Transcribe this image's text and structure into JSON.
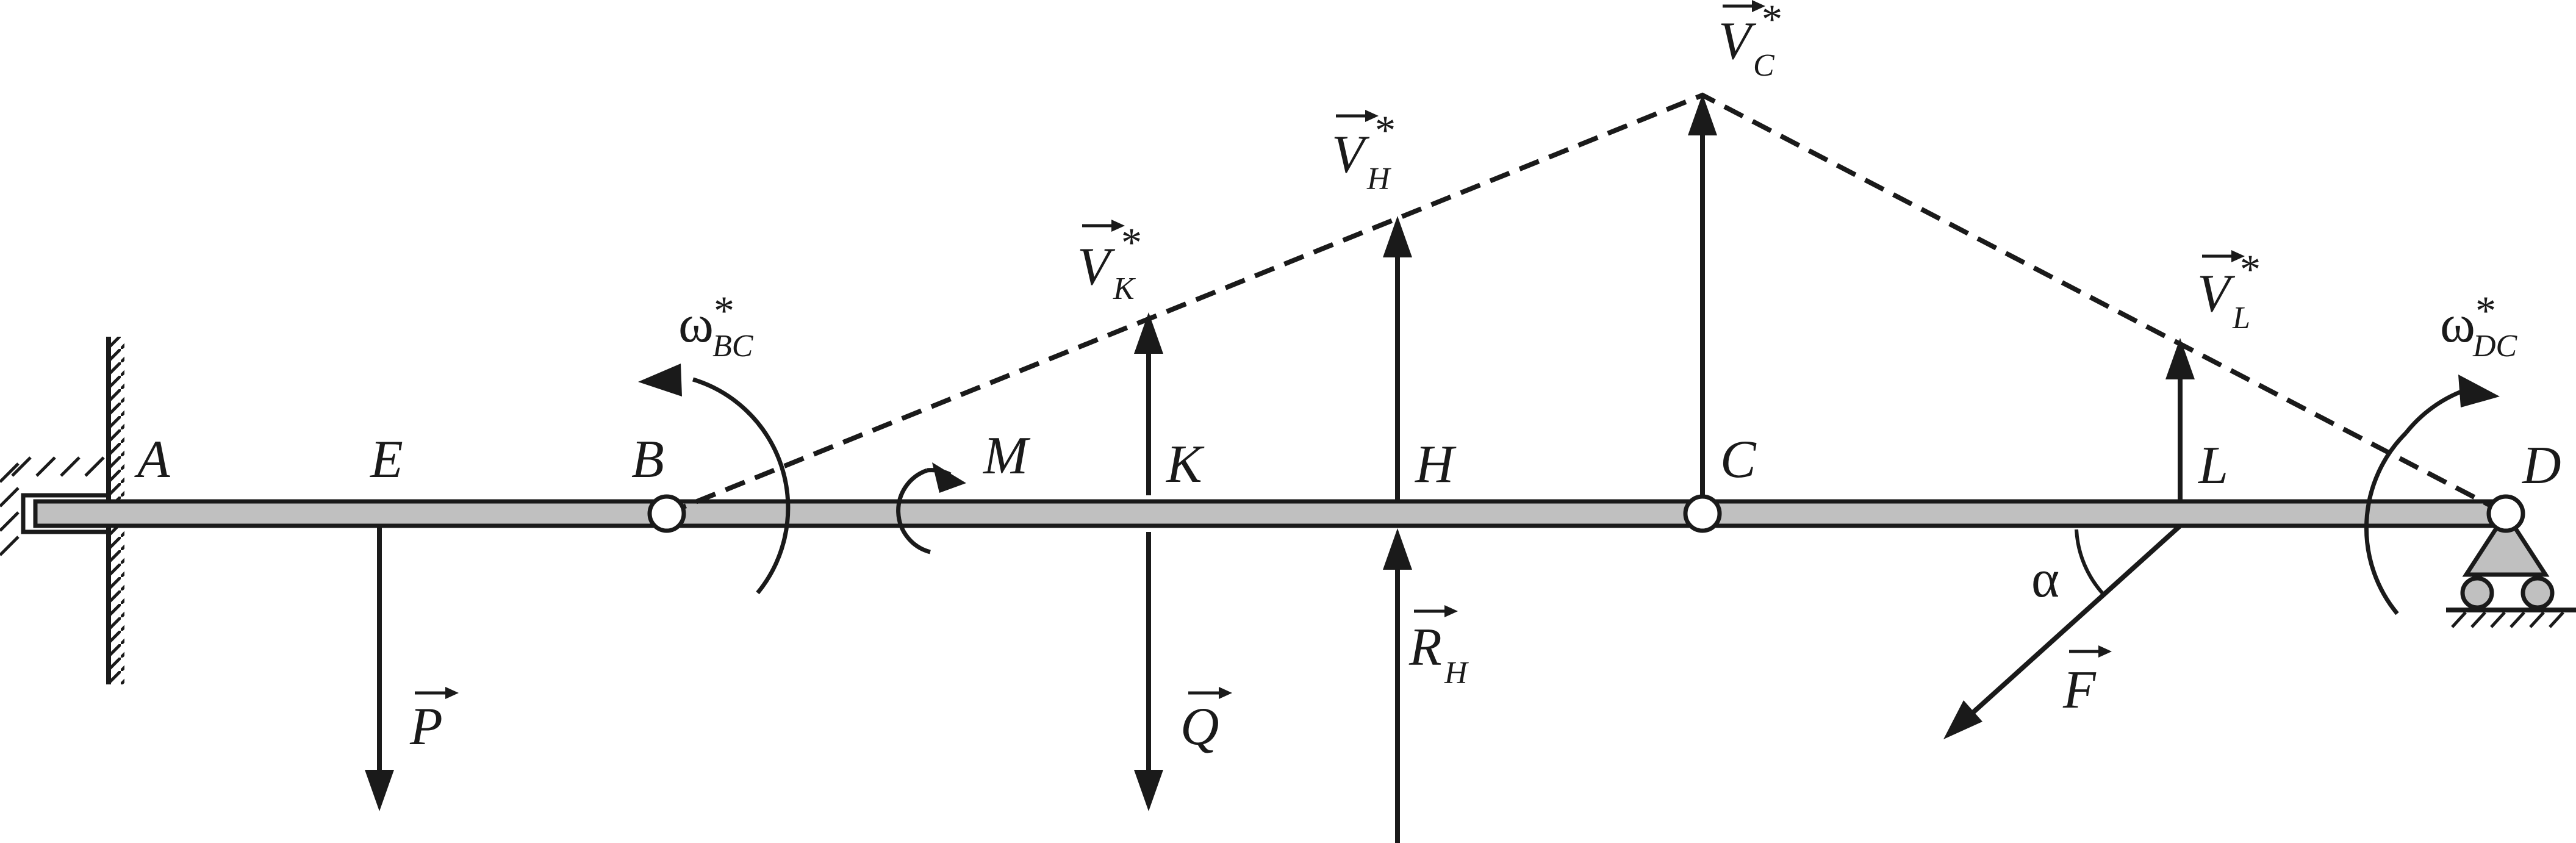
{
  "points": {
    "A": "A",
    "E": "E",
    "B": "B",
    "K": "K",
    "H": "H",
    "C": "C",
    "L": "L",
    "D": "D"
  },
  "moment": {
    "M": "M"
  },
  "forces": {
    "P": "P",
    "Q": "Q",
    "F": "F",
    "R": {
      "main": "R",
      "sub": "H"
    }
  },
  "velocities": {
    "VK": {
      "main": "V",
      "sub": "K",
      "star": "*"
    },
    "VH": {
      "main": "V",
      "sub": "H",
      "star": "*"
    },
    "VC": {
      "main": "V",
      "sub": "C",
      "star": "*"
    },
    "VL": {
      "main": "V",
      "sub": "L",
      "star": "*"
    }
  },
  "angular": {
    "BC": {
      "main": "ω",
      "sub": "BC",
      "star": "*"
    },
    "DC": {
      "main": "ω",
      "sub": "DC",
      "star": "*"
    }
  },
  "angle": "α"
}
